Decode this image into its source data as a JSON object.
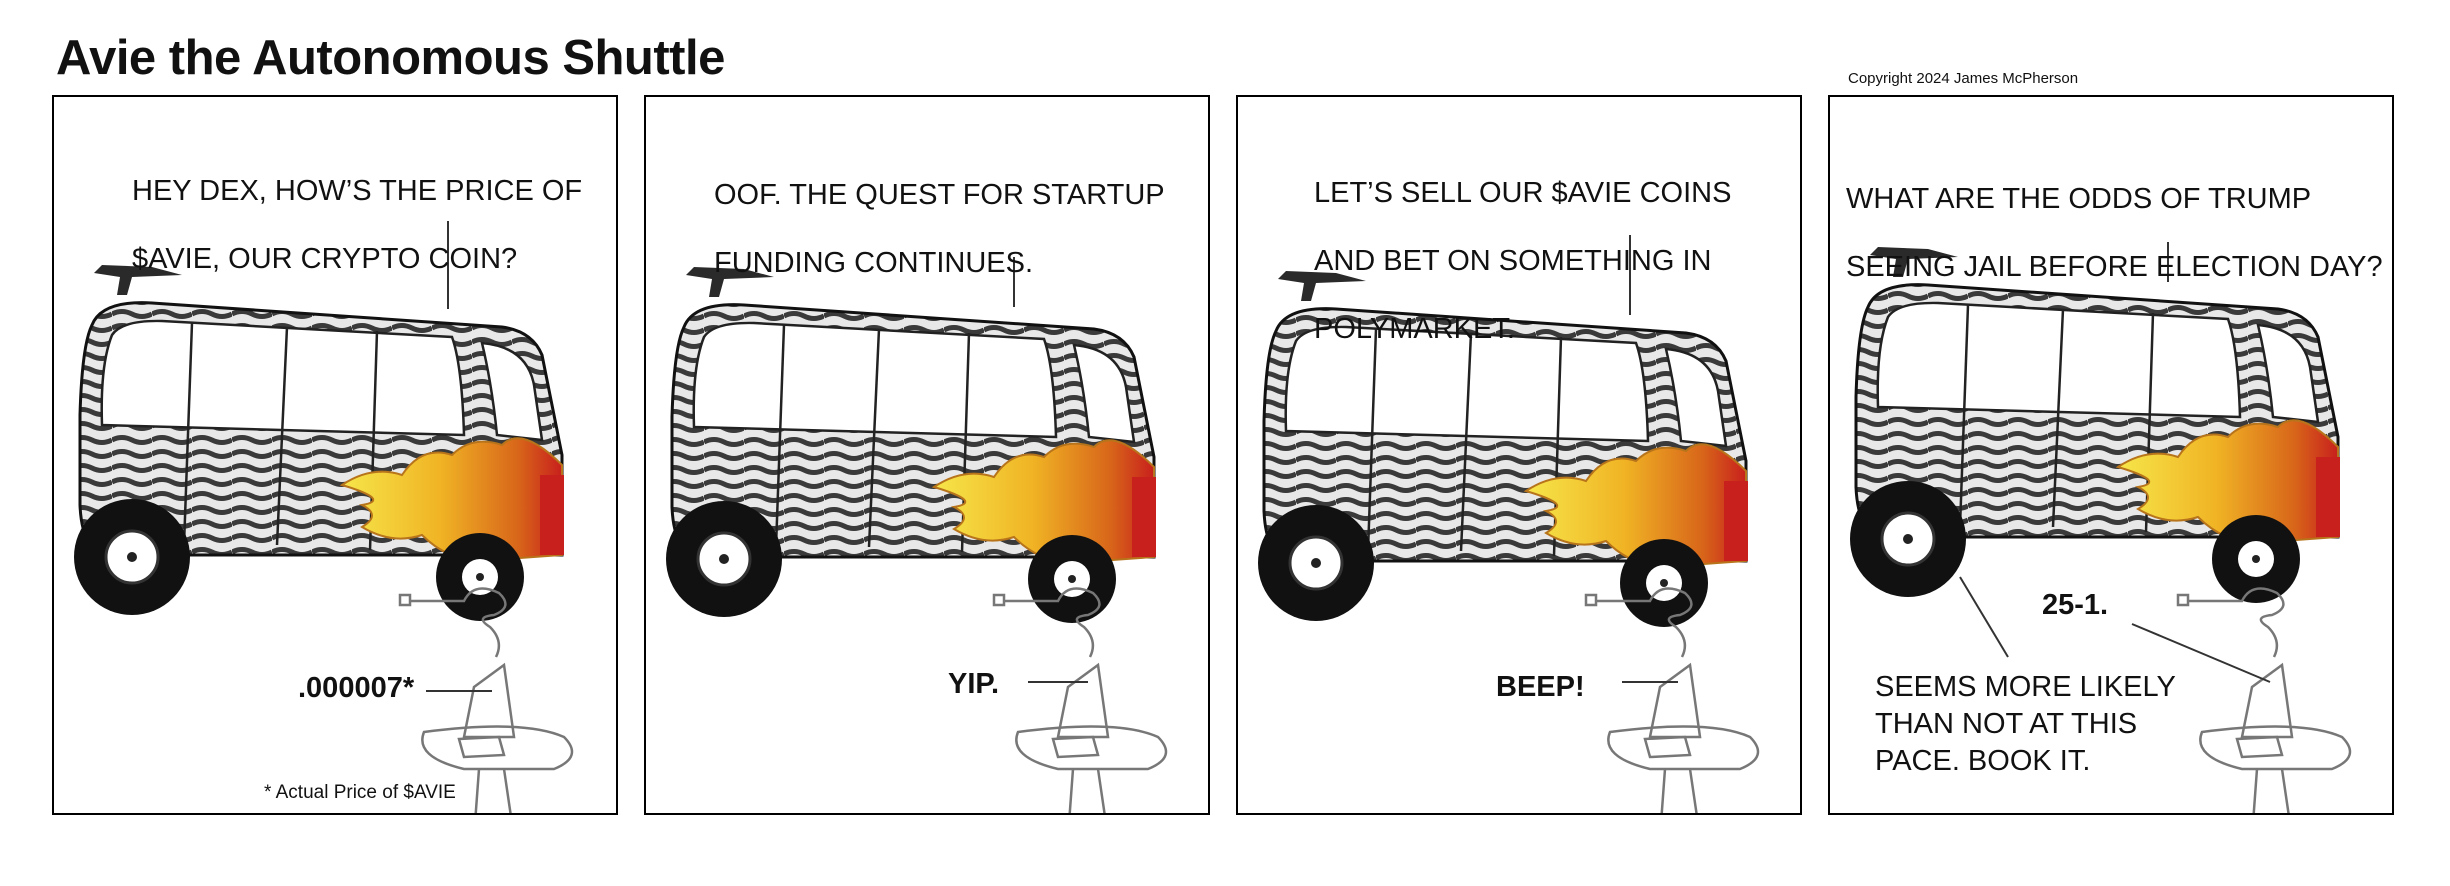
{
  "comic": {
    "title": "Avie the Autonomous Shuttle",
    "copyright": "Copyright 2024 James McPherson"
  },
  "panels": [
    {
      "speech_lines": [
        "HEY DEX, HOW’S THE PRICE OF",
        "$AVIE, OUR CRYPTO COIN?"
      ],
      "reply": ".000007*",
      "footnote": "* Actual Price of $AVIE"
    },
    {
      "speech_lines": [
        "OOF. THE QUEST FOR STARTUP",
        "FUNDING CONTINUES."
      ],
      "reply": "YIP."
    },
    {
      "speech_lines": [
        "LET’S SELL OUR $AVIE COINS",
        "AND BET ON SOMETHING IN",
        "POLYMARKET."
      ],
      "reply": "BEEP!"
    },
    {
      "speech_lines": [
        "WHAT ARE THE ODDS OF TRUMP",
        "SEEING JAIL BEFORE ELECTION DAY?"
      ],
      "reply": "25-1.",
      "reply2_lines": [
        "SEEMS MORE LIKELY",
        "THAN NOT AT THIS",
        "PACE. BOOK IT."
      ]
    }
  ],
  "colors": {
    "flame_red": "#c8201c",
    "flame_orange": "#e98a17",
    "flame_yellow": "#f6df3a",
    "body_gray": "#8a8a8a"
  },
  "icons": [
    "shuttle-illustration",
    "robot-dex-illustration"
  ]
}
